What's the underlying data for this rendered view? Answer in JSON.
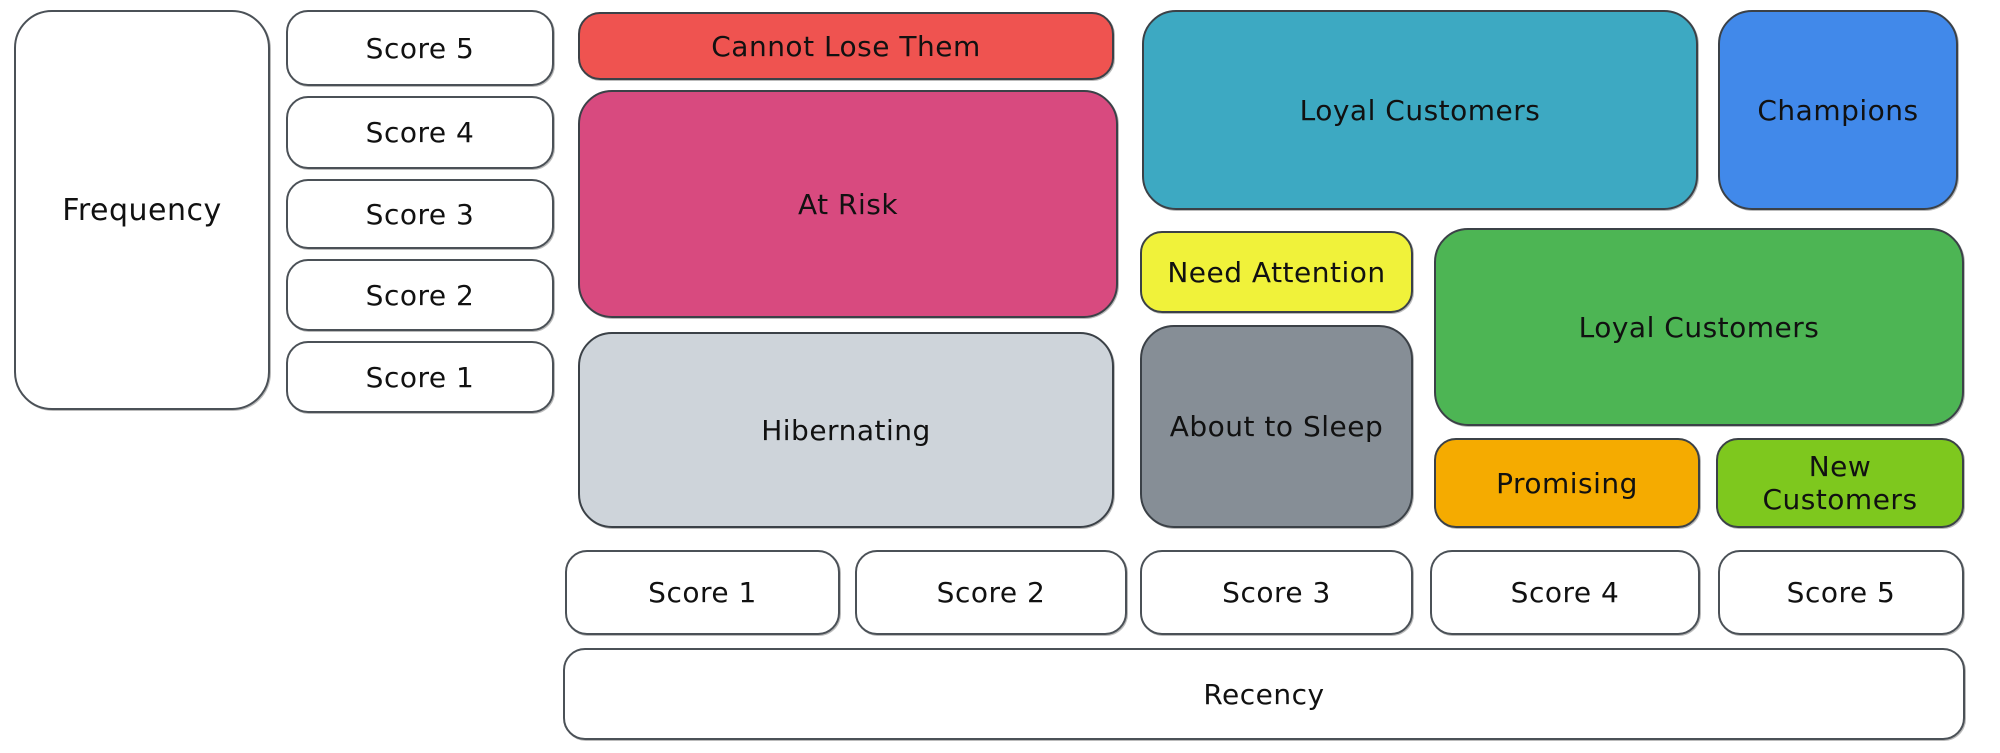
{
  "diagram": {
    "type": "rfm-segmentation-grid",
    "frequency_axis": {
      "label": "Frequency",
      "scores": [
        "Score 5",
        "Score 4",
        "Score 3",
        "Score 2",
        "Score 1"
      ]
    },
    "recency_axis": {
      "label": "Recency",
      "scores": [
        "Score 1",
        "Score 2",
        "Score 3",
        "Score 4",
        "Score 5"
      ]
    },
    "segments": [
      {
        "id": "cannot-lose-them",
        "label": "Cannot Lose Them",
        "color": "#ef5350"
      },
      {
        "id": "at-risk",
        "label": "At Risk",
        "color": "#d84a7f"
      },
      {
        "id": "hibernating",
        "label": "Hibernating",
        "color": "#ced4da"
      },
      {
        "id": "loyal-customers-top",
        "label": "Loyal Customers",
        "color": "#3da9c2"
      },
      {
        "id": "champions",
        "label": "Champions",
        "color": "#4189ea"
      },
      {
        "id": "need-attention",
        "label": "Need Attention",
        "color": "#f0f23a"
      },
      {
        "id": "about-to-sleep",
        "label": "About to Sleep",
        "color": "#868e96"
      },
      {
        "id": "loyal-customers-mid",
        "label": "Loyal Customers",
        "color": "#4db554"
      },
      {
        "id": "promising",
        "label": "Promising",
        "color": "#f5ab00"
      },
      {
        "id": "new-customers",
        "label": "New Customers",
        "color": "#7ec81e"
      }
    ]
  }
}
